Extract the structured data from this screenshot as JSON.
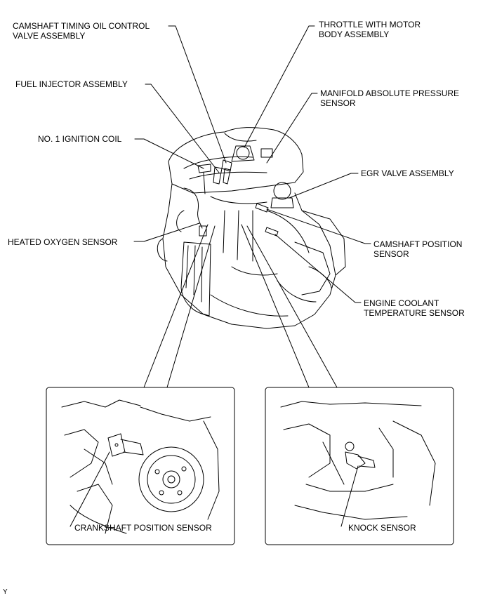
{
  "labels": {
    "camshaft_timing_oil_control_valve": "CAMSHAFT TIMING OIL CONTROL\nVALVE ASSEMBLY",
    "throttle_with_motor_body": "THROTTLE WITH MOTOR\nBODY ASSEMBLY",
    "fuel_injector": "FUEL INJECTOR ASSEMBLY",
    "manifold_absolute_pressure_sensor": "MANIFOLD ABSOLUTE PRESSURE\nSENSOR",
    "no1_ignition_coil": "NO. 1 IGNITION COIL",
    "egr_valve": "EGR VALVE ASSEMBLY",
    "heated_oxygen_sensor": "HEATED OXYGEN SENSOR",
    "camshaft_position_sensor": "CAMSHAFT POSITION\nSENSOR",
    "engine_coolant_temperature_sensor": "ENGINE COOLANT\nTEMPERATURE SENSOR",
    "crankshaft_position_sensor": "CRANKSHAFT POSITION SENSOR",
    "knock_sensor": "KNOCK SENSOR"
  },
  "figure_code": "Y",
  "colors": {
    "line": "#000000",
    "background": "#ffffff"
  }
}
